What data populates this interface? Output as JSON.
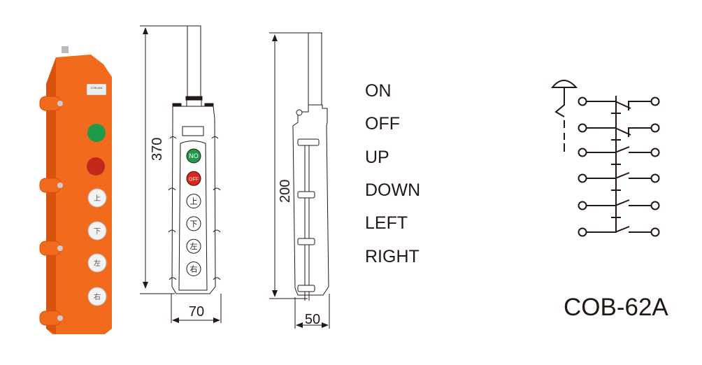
{
  "product": {
    "model": "COB-62A",
    "photo_label_text": "COB 62A",
    "colors": {
      "body": "#f26a1b",
      "on_button": "#1f9a4a",
      "off_button": "#e2231a",
      "line": "#231815"
    }
  },
  "front_view": {
    "height_dimension": "370",
    "width_dimension": "70",
    "buttons": [
      "NO",
      "OFF",
      "上",
      "下",
      "左",
      "右"
    ]
  },
  "side_view": {
    "height_dimension": "200",
    "width_dimension": "50"
  },
  "functions": [
    "ON",
    "OFF",
    "UP",
    "DOWN",
    "LEFT",
    "RIGHT"
  ]
}
